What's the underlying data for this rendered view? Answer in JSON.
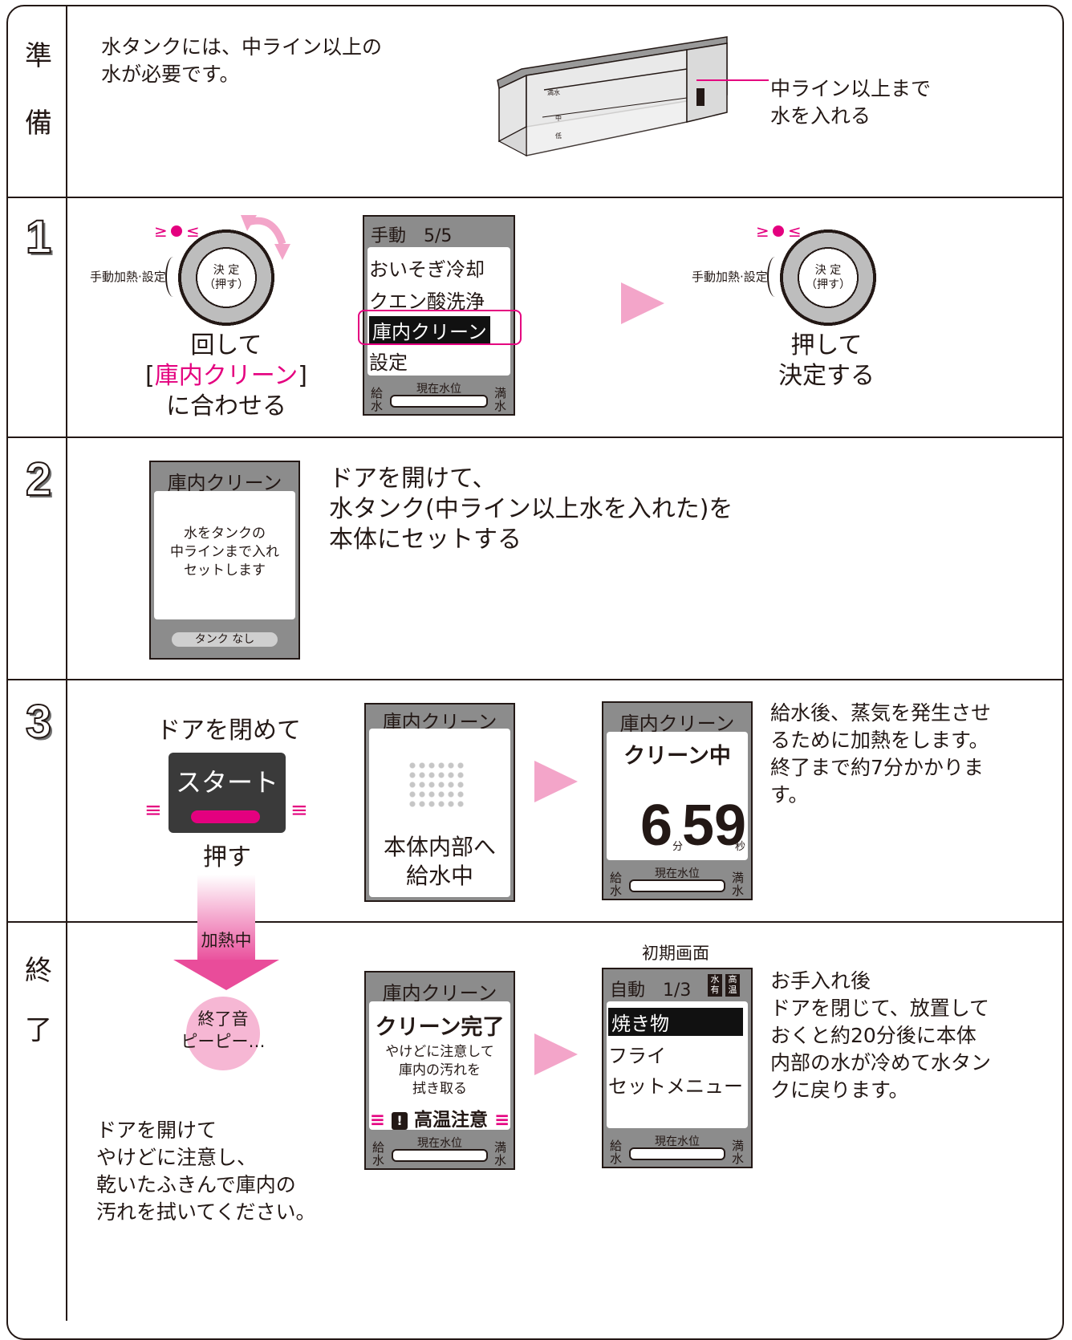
{
  "rows": {
    "prep": {
      "label_top": "準",
      "label_bottom": "備",
      "text": [
        "水タンクには、中ライン以上の",
        "水が必要です。"
      ],
      "callout": [
        "中ライン以上まで",
        "水を入れる"
      ],
      "tank_marks": [
        "満水",
        "中",
        "低"
      ]
    },
    "step1": {
      "num": "1",
      "knob_side_label": "手動加熱·設定",
      "knob_label": [
        "決 定",
        "（押す）"
      ],
      "caption_left": [
        "回して",
        "[",
        "庫内クリーン",
        "]",
        "に合わせる"
      ],
      "lcd": {
        "header": "手動　5/5",
        "items": [
          "おいそぎ冷却",
          "クエン酸洗浄",
          "庫内クリーン",
          "設定"
        ]
      },
      "caption_right": [
        "押して",
        "決定する"
      ]
    },
    "step2": {
      "num": "2",
      "lcd": {
        "header": "庫内クリーン",
        "body": [
          "水をタンクの",
          "中ラインまで入れ",
          "セットします"
        ],
        "footer": "タンク なし"
      },
      "text": [
        "ドアを開けて、",
        "水タンク(中ライン以上水を入れた)を",
        "本体にセットする"
      ]
    },
    "step3": {
      "num": "3",
      "door_text": "ドアを閉めて",
      "start_label": "スタート",
      "push": "押す",
      "lcd1": {
        "header": "庫内クリーン",
        "body": [
          "本体内部へ",
          "給水中"
        ]
      },
      "lcd2": {
        "header": "庫内クリーン",
        "status": "クリーン中",
        "min": "6",
        "min_unit": "分",
        "sec": "59",
        "sec_unit": "秒"
      },
      "text": [
        "給水後、蒸気を発生させ",
        "るために加熱をします。",
        "終了まで約7分かかりま",
        "す。"
      ]
    },
    "end": {
      "label_top": "終",
      "label_bottom": "了",
      "heating": "加熱中",
      "sound": [
        "終了音",
        "ピーピー…"
      ],
      "bottom_text": [
        "ドアを開けて",
        "やけどに注意し、",
        "乾いたふきんで庫内の",
        "汚れを拭いてください。"
      ],
      "lcd1": {
        "header": "庫内クリーン",
        "status": "クリーン完了",
        "body": [
          "やけどに注意して",
          "庫内の汚れを",
          "拭き取る"
        ],
        "warning": "高温注意"
      },
      "initial_label": "初期画面",
      "lcd2": {
        "header": "自動　1/3",
        "badges": [
          "水有",
          "高温"
        ],
        "items": [
          "焼き物",
          "フライ",
          "セットメニュー"
        ]
      },
      "text": [
        "お手入れ後",
        "ドアを閉じて、放置して",
        "おくと約20分後に本体",
        "内部の水が冷めて水タン",
        "クに戻ります。"
      ]
    }
  },
  "lcd_common": {
    "level": "現在水位",
    "kyu": "給水",
    "man": "満水"
  },
  "colors": {
    "accent": "#e4007f",
    "arrow": "#f3a5c9",
    "lcd_bg": "#8c8c8c"
  }
}
